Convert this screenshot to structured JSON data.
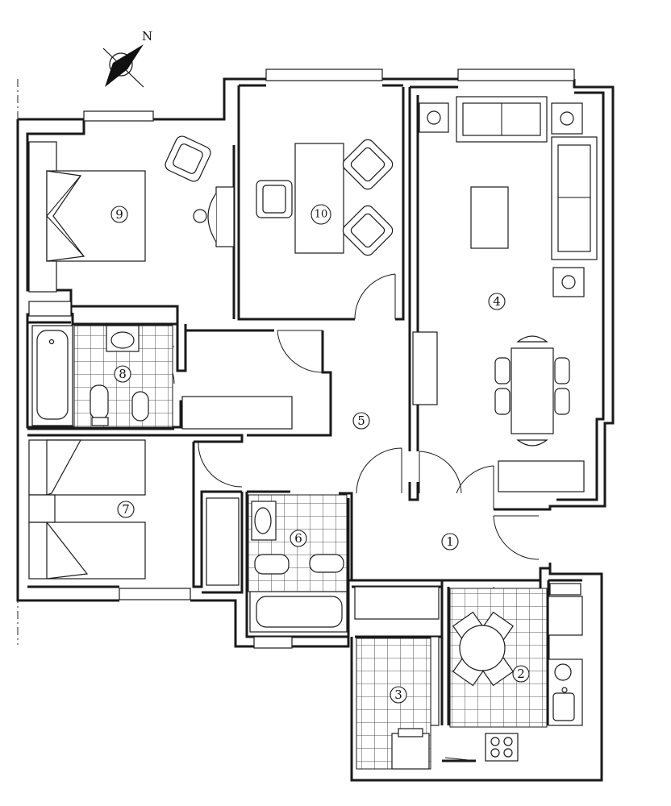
{
  "compass": {
    "label": "N"
  },
  "rooms": [
    {
      "id": "room-1",
      "label": "1"
    },
    {
      "id": "room-2",
      "label": "2"
    },
    {
      "id": "room-3",
      "label": "3"
    },
    {
      "id": "room-4",
      "label": "4"
    },
    {
      "id": "room-5",
      "label": "5"
    },
    {
      "id": "room-6",
      "label": "6"
    },
    {
      "id": "room-7",
      "label": "7"
    },
    {
      "id": "room-8",
      "label": "8"
    },
    {
      "id": "room-9",
      "label": "9"
    },
    {
      "id": "room-10",
      "label": "10"
    }
  ]
}
